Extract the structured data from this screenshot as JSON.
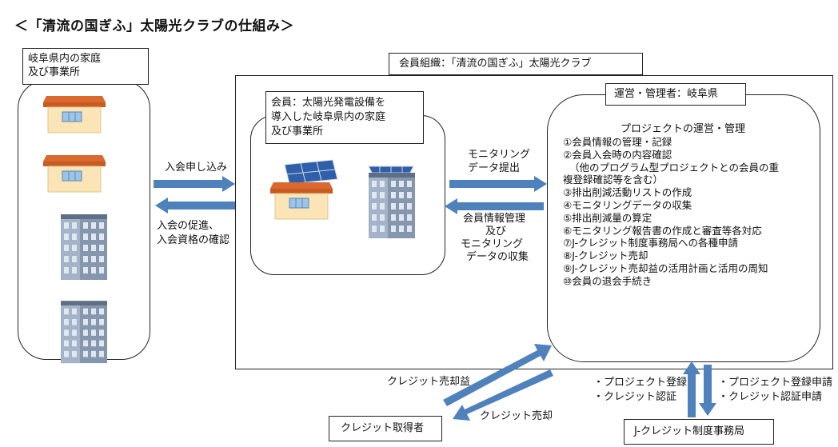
{
  "title": "＜「清流の国ぎふ」太陽光クラブの仕組み＞",
  "left_panel": {
    "label_line1": "岐阜県内の家庭",
    "label_line2": "及び事業所"
  },
  "org": {
    "label": "会員組織：「清流の国ぎふ」太陽光クラブ"
  },
  "member": {
    "label_line1": "会員：太陽光発電設備を",
    "label_line2": "導入した岐阜県内の家庭",
    "label_line3": "及び事業所"
  },
  "admin": {
    "label": "運営・管理者：岐阜県",
    "heading": "プロジェクトの運営・管理",
    "items": [
      "①会員情報の管理・記録",
      "②会員入会時の内容確認",
      "（他のプログラム型プロジェクトとの会員の重",
      "複登録確認等を含む）",
      "③排出削減活動リストの作成",
      "④モニタリングデータの収集",
      "⑤排出削減量の算定",
      "⑥モニタリング報告書の作成と審査等各対応",
      "⑦J-クレジット制度事務局への各種申請",
      "⑧J-クレジット売却",
      "⑨J-クレジット売却益の活用計画と活用の周知",
      "⑩会員の退会手続き"
    ]
  },
  "arrows": {
    "join_request": "入会申し込み",
    "promote_line1": "入会の促進、",
    "promote_line2": "入会資格の確認",
    "monitor_line1": "モニタリング",
    "monitor_line2": "データ提出",
    "collect_line1": "会員情報管理",
    "collect_line2": "及び",
    "collect_line3": "モニタリング",
    "collect_line4": "データの収集",
    "credit_profit": "クレジット売却益",
    "credit_sale": "クレジット売却",
    "office_up_line1": "・プロジェクト登録",
    "office_up_line2": "・クレジット認証",
    "office_down_line1": "・プロジェクト登録申請",
    "office_down_line2": "・クレジット認証申請"
  },
  "buyer": {
    "label": "クレジット取得者"
  },
  "office": {
    "label": "J-クレジット制度事務局"
  },
  "colors": {
    "arrow": "#4f81bd",
    "roof": "#d9692c",
    "wall": "#fbe5b6",
    "window": "#9dc3e6",
    "building": "#7f8fa6",
    "panel": "#2e5fa8"
  },
  "icons": [
    "house-icon",
    "house-icon",
    "office-building-icon",
    "office-building-icon",
    "solar-house-icon",
    "solar-building-icon"
  ]
}
